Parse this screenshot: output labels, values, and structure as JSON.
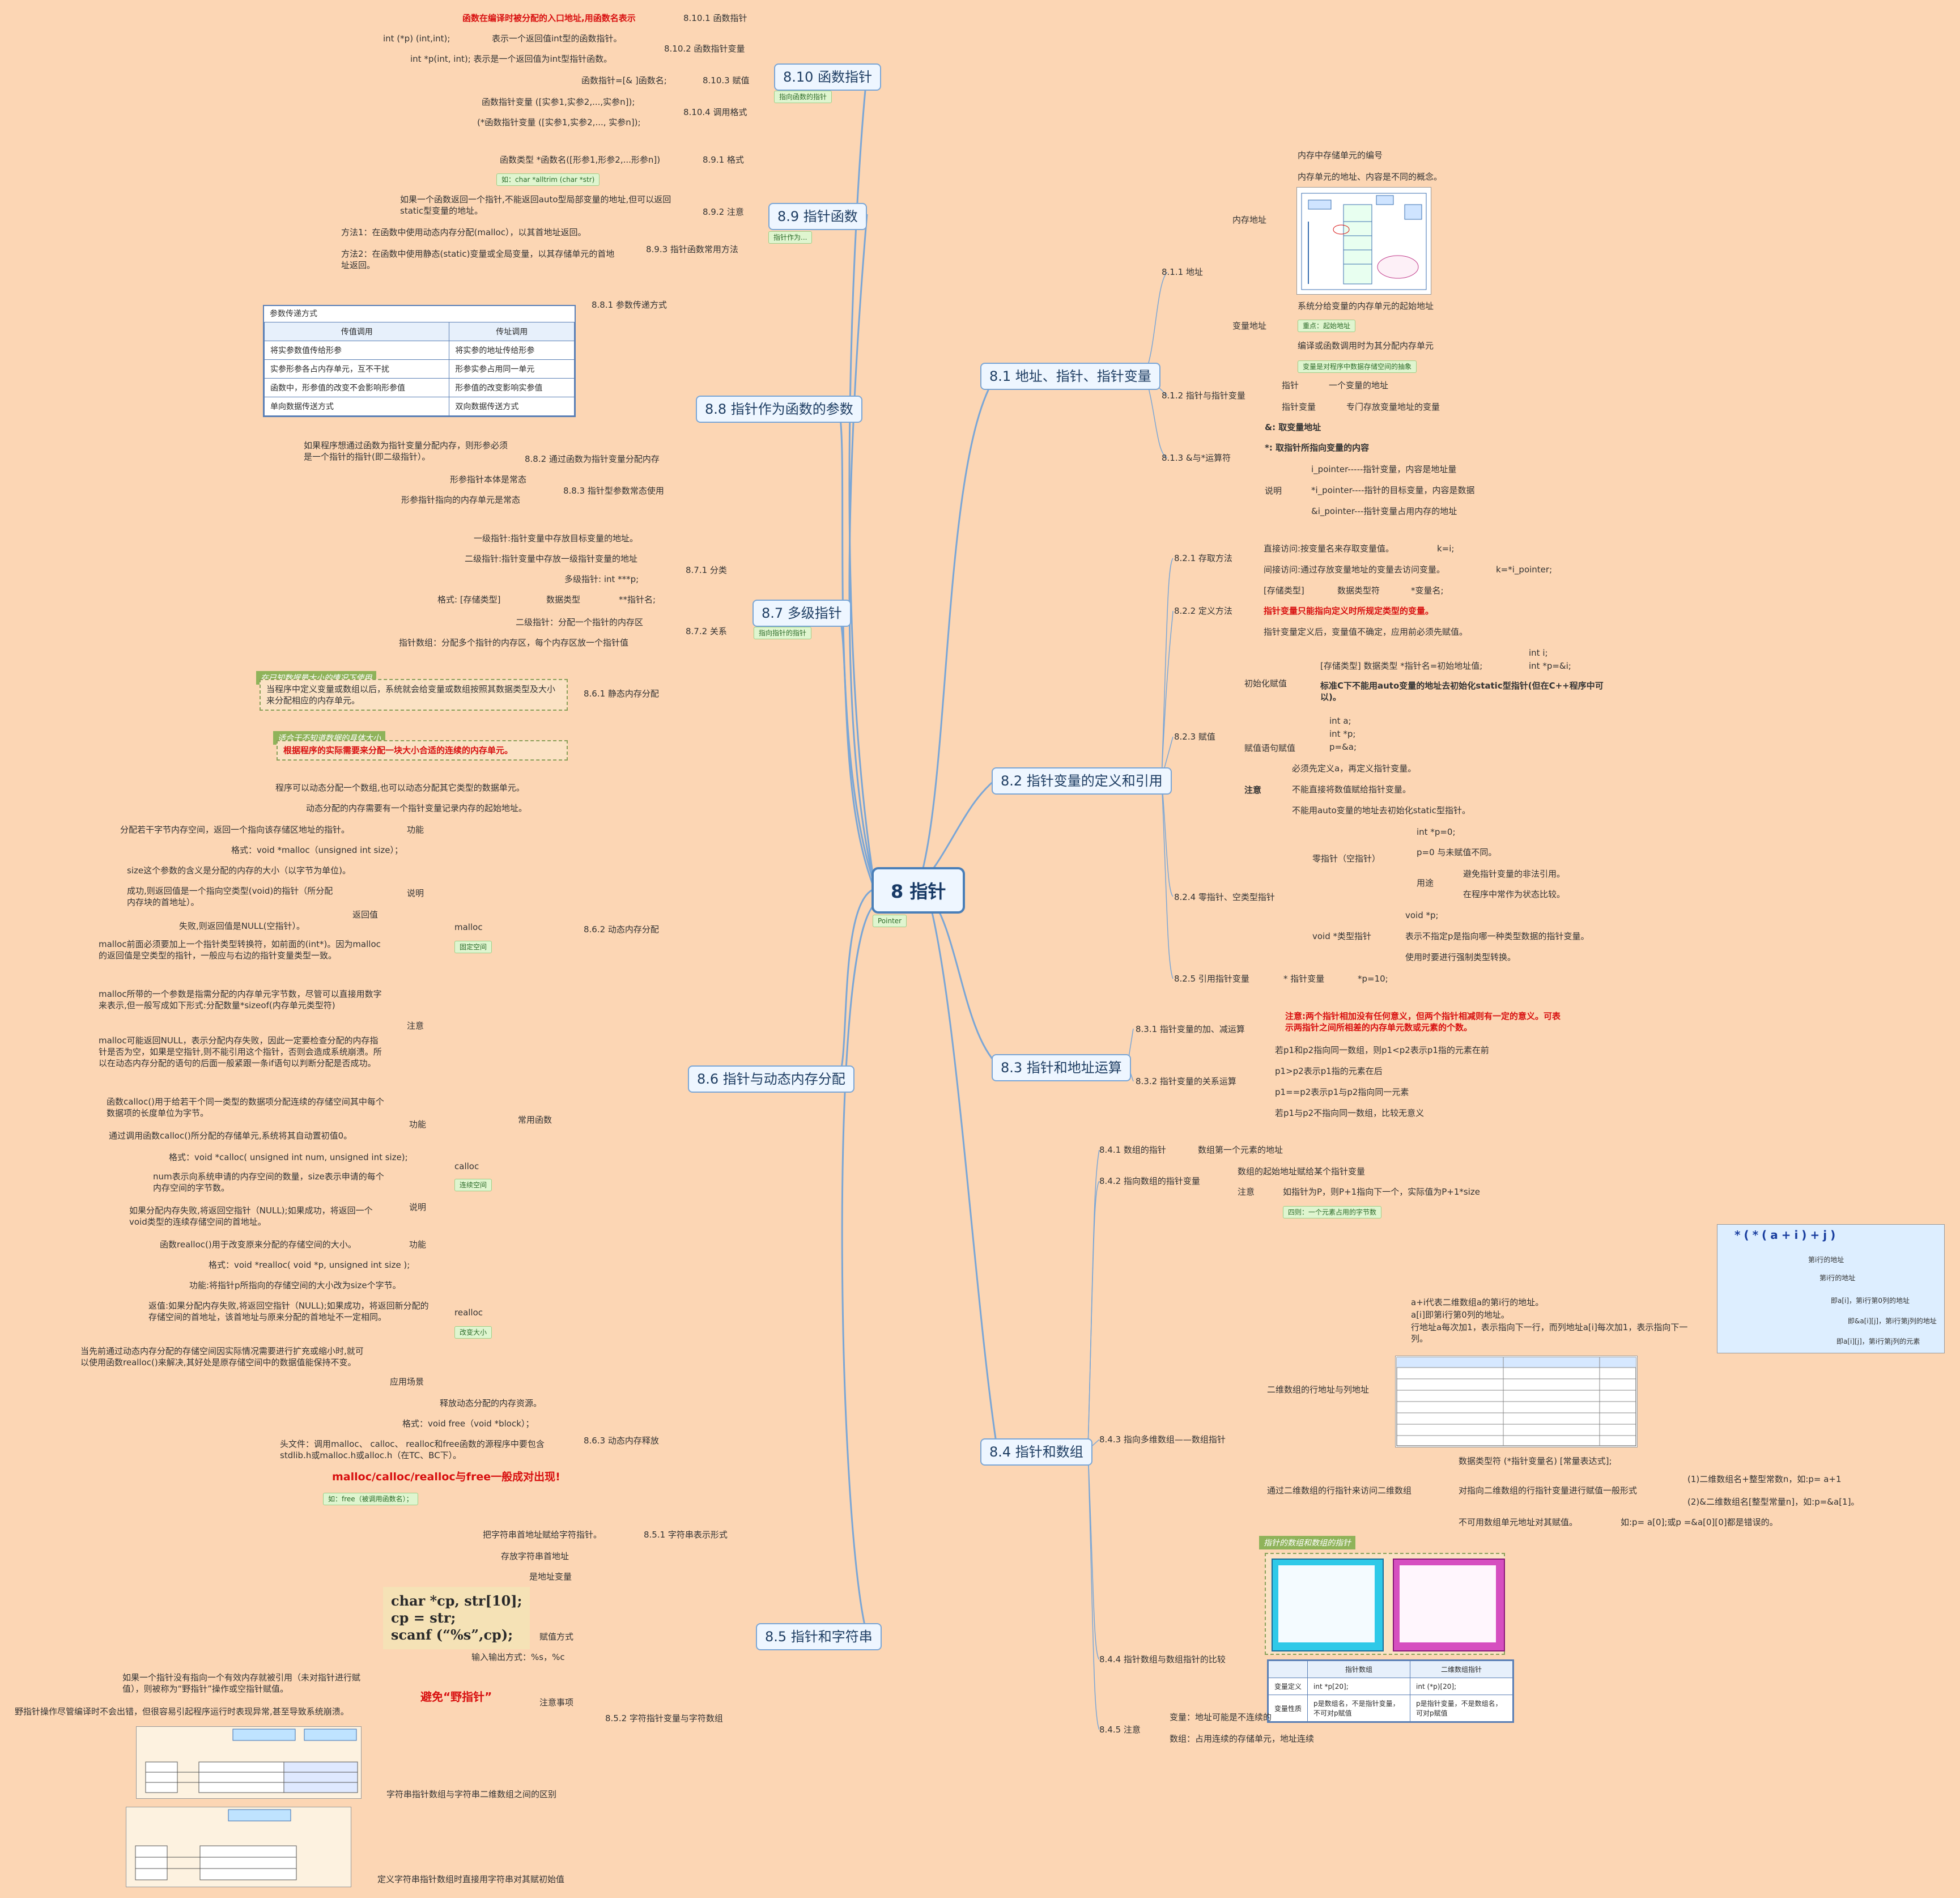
{
  "center": {
    "title": "8 指针",
    "tag": "Pointer"
  },
  "b81": {
    "title": "8.1 地址、指针、指针变量",
    "s811": "8.1.1 地址",
    "mem_addr": "内存地址",
    "mem_addr_1": "内存中存储单元的编号",
    "mem_addr_2": "内存单元的地址、内容是不同的概念。",
    "var_addr": "变量地址",
    "var_addr_1": "系统分给变量的内存单元的起始地址",
    "var_addr_tag": "重点：起始地址",
    "var_addr_2": "编译或函数调用时为其分配内存单元",
    "var_addr_tag2": "变量是对程序中数据存储空间的抽象",
    "s812": "8.1.2 指针与指针变量",
    "p1": "指针",
    "p1v": "一个变量的地址",
    "p2": "指针变量",
    "p2v": "专门存放变量地址的变量",
    "s813": "8.1.3 &与*运算符",
    "amp": "&:  取变量地址",
    "star": "*:  取指针所指向变量的内容",
    "expl": "说明",
    "e1": "i_pointer-----指针变量，内容是地址量",
    "e2": "*i_pointer----指针的目标变量，内容是数据",
    "e3": "&i_pointer---指针变量占用内存的地址"
  },
  "b82": {
    "title": "8.2 指针变量的定义和引用",
    "s821": "8.2.1 存取方法",
    "d1": "直接访问:按变量名来存取变量值。",
    "d1v": "k=i;",
    "d2": "间接访问:通过存放变量地址的变量去访问变量。",
    "d2v": "k=*i_pointer;",
    "s822": "8.2.2 定义方法",
    "f1a": "[存储类型]",
    "f1b": "数据类型符",
    "f1c": "*变量名;",
    "f2": "指针变量只能指向定义时所规定类型的变量。",
    "f3": "指针变量定义后，变量值不确定，应用前必须先赋值。",
    "s823": "8.2.3 赋值",
    "init": "初始化赋值",
    "init1": "[存储类型] 数据类型 *指针名=初始地址值;",
    "init1a": "int i;",
    "init1b": "int *p=&i;",
    "init2": "标准C下不能用auto变量的地址去初始化static型指针(但在C++程序中可以)。",
    "asg": "赋值语句赋值",
    "asg1": "int a;",
    "asg2": "int *p;",
    "asg3": "p=&a;",
    "attn": "注意",
    "n1": "必须先定义a，再定义指针变量。",
    "n2": "不能直接将数值赋给指针变量。",
    "n3": "不能用auto变量的地址去初始化static型指针。",
    "s824": "8.2.4 零指针、空类型指针",
    "zp": "零指针（空指针）",
    "zp1": "int *p=0;",
    "zp2": "p=0 与未赋值不同。",
    "use": "用途",
    "zp3": "避免指针变量的非法引用。",
    "zp4": "在程序中常作为状态比较。",
    "vp": "void *类型指针",
    "vp1": "void *p;",
    "vp2": "表示不指定p是指向哪一种类型数据的指针变量。",
    "vp3": "使用时要进行强制类型转换。",
    "s825": "8.2.5 引用指针变量",
    "r1": "* 指针变量",
    "r2": "*p=10;"
  },
  "b83": {
    "title": "8.3 指针和地址运算",
    "s831": "8.3.1 指针变量的加、减运算",
    "a1": "注意:两个指针相加没有任何意义，但两个指针相减则有一定的意义。可表示两指针之间所相差的内存单元数或元素的个数。",
    "s832": "8.3.2 指针变量的关系运算",
    "c1": "若p1和p2指向同一数组，则p1<p2表示p1指的元素在前",
    "c2": "p1>p2表示p1指的元素在后",
    "c3": "p1==p2表示p1与p2指向同一元素",
    "c4": "若p1与p2不指向同一数组，比较无意义"
  },
  "b84": {
    "title": "8.4 指针和数组",
    "s841": "8.4.1 数组的指针",
    "s841v": "数组第一个元素的地址",
    "s842": "8.4.2 指向数组的指针变量",
    "s842a": "数组的起始地址赋给某个指针变量",
    "s842n": "注意",
    "s842b": "如指针为P，则P+1指向下一个，实际值为P+1*size",
    "s842tag": "四则：一个元素占用的字节数",
    "s843": "8.4.3 指向多维数组——数组指针",
    "row": "二维数组的行地址与列地址",
    "row1": "a+i代表二维数组a的第i行的地址。",
    "row2": "a[i]即第i行第0列的地址。",
    "row3": "行地址a每次加1，表示指向下一行，而列地址a[i]每次加1，表示指向下一列。",
    "viaptr": "通过二维数组的行指针来访问二维数组",
    "vp1": "数据类型符 (*指针变量名)  [常量表达式];",
    "vp2": "对指向二维数组的行指针变量进行赋值一般形式",
    "vp2a": "(1)二维数组名+整型常数n，如:p= a+1",
    "vp2b": "(2)&二维数组名[整型常量n]，如:p=&a[1]。",
    "vp3": "不可用数组单元地址对其赋值。",
    "vp3v": "如:p= a[0];或p =&a[0][0]都是错误的。",
    "s844": "8.4.4 指针数组与数组指针的比较",
    "cmp_title": "指针的数组和数组的指针",
    "cmp_h1": "指针数组",
    "cmp_h2": "二维数组指针",
    "cmp_r1a": "变量定义",
    "cmp_r1b": "int  *p[20];",
    "cmp_r1c": "int  (*p)[20];",
    "cmp_r2a": "变量性质",
    "cmp_r2b": "p是数组名，不是指针变量，不可对p赋值",
    "cmp_r2c": "p是指针变量，不是数组名，可对p赋值",
    "s845": "8.4.5 注意",
    "s845a": "变量：地址可能是不连续的",
    "s845b": "数组：占用连续的存储单元，地址连续",
    "fig_expr": "*(*(a+i)+j)",
    "fig_l1": "第i行的地址",
    "fig_l2": "第i行的地址",
    "fig_l3": "即a[i]，第i行第0列的地址",
    "fig_l4": "即&a[i][j]，第i行第j列的地址",
    "fig_l5": "即a[i][j]，第i行第j列的元素"
  },
  "b85": {
    "title": "8.5 指针和字符串",
    "s851": "8.5.1 字符串表示形式",
    "s851a": "把字符串首地址赋给字符指针。",
    "s852": "8.5.2 字符指针变量与字符数组",
    "s852a": "存放字符串首地址",
    "s852b": "是地址变量",
    "s852c": "赋值方式",
    "code1": "char   *cp, str[10];",
    "code2": "cp = str;",
    "code3": "scanf (“%s”,cp);",
    "s852d": "输入输出方式：%s，%c",
    "s852e": "注意事项",
    "wild": "避免“野指针”",
    "wild1": "如果一个指针没有指向一个有效内存就被引用（未对指针进行赋值），则被称为“野指针”操作或空指针赋值。",
    "wild2": "野指针操作尽管编译时不会出错，但很容易引起程序运行时表现异常,甚至导致系统崩溃。",
    "s852f": "字符串指针数组与字符串二维数组之间的区别",
    "s852g": "定义字符串指针数组时直接用字符串对其赋初始值"
  },
  "b86": {
    "title": "8.6 指针与动态内存分配",
    "s861": "8.6.1 静态内存分配",
    "s861tag": "在已知数据量大小的情况下使用",
    "s861a": "当程序中定义变量或数组以后，系统就会给变量或数组按照其数据类型及大小来分配相应的内存单元。",
    "s862": "8.6.2 动态内存分配",
    "s862tag": "适合于不知道数据的具体大小",
    "s862a": "根据程序的实际需要来分配一块大小合适的连续的内存单元。",
    "s862b": "程序可以动态分配一个数组,也可以动态分配其它类型的数据单元。",
    "s862c": "动态分配的内存需要有一个指针变量记录内存的起始地址。",
    "common": "常用函数",
    "malloc": "malloc",
    "malloc_tag": "固定空间",
    "func": "功能",
    "desc": "说明",
    "ret": "返回值",
    "attn": "注意",
    "m1": "分配若干字节内存空间，返回一个指向该存储区地址的指针。",
    "m2": "格式：void *malloc（unsigned int size）；",
    "m3": "size这个参数的含义是分配的内存的大小（以字节为单位)。",
    "m4": "成功,则返回值是一个指向空类型(void)的指针（所分配内存块的首地址）。",
    "m5": "失败,则返回值是NULL(空指针）。",
    "m6": "malloc前面必须要加上一个指针类型转换符，如前面的(int*)。因为malloc的返回值是空类型的指针，一般应与右边的指针变量类型一致。",
    "m7": "malloc所带的一个参数是指需分配的内存单元字节数，尽管可以直接用数字来表示,但一般写成如下形式:分配数量*sizeof(内存单元类型符)",
    "m8": "malloc可能返回NULL，表示分配内存失败，因此一定要检查分配的内存指针是否为空，如果是空指针,则不能引用这个指针，否则会造成系统崩溃。所以在动态内存分配的语句的后面一般紧跟一条if语句以判断分配是否成功。",
    "calloc": "calloc",
    "calloc_tag": "连续空间",
    "c1": "函数calloc()用于给若干个同一类型的数据项分配连续的存储空间其中每个数据项的长度单位为字节。",
    "c2": "通过调用函数calloc()所分配的存储单元,系统将其自动置初值0。",
    "c3": "格式：void *calloc( unsigned int num, unsigned int size);",
    "c4": "num表示向系统申请的内存空间的数量，size表示申请的每个内存空间的字节数。",
    "c5": "如果分配内存失败,将返回空指针（NULL);如果成功，将返回一个void类型的连续存储空间的首地址。",
    "realloc": "realloc",
    "realloc_tag": "改变大小",
    "r1": "函数realloc()用于改变原来分配的存储空间的大小。",
    "r2": "格式：void *realloc( void *p, unsigned int size );",
    "r3": "功能:将指针p所指向的存储空间的大小改为size个字节。",
    "r4": "返值:如果分配内存失败,将返回空指针（NULL);如果成功，将返回新分配的存储空间的首地址，该首地址与原来分配的首地址不一定相同。",
    "scene": "应用场景",
    "r5": "当先前通过动态内存分配的存储空间因实际情况需要进行扩充或缩小时,就可以使用函数realloc()来解决,其好处是原存储空间中的数据值能保持不变。",
    "s863": "8.6.3 动态内存释放",
    "f1": "释放动态分配的内存资源。",
    "f2": "格式：void free（void *block）；",
    "f3": "头文件：调用malloc、 calloc、 realloc和free函数的源程序中要包含stdlib.h或malloc.h或alloc.h（在TC、BC下）。",
    "f4": "malloc/calloc/realloc与free一般成对出现!",
    "f5": "如：free（被调用函数名）；"
  },
  "b87": {
    "title": "8.7 多级指针",
    "tag": "指向指针的指针",
    "s871": "8.7.1 分类",
    "k1": "一级指针:指针变量中存放目标变量的地址。",
    "k2": "二级指针:指针变量中存放一级指针变量的地址",
    "k3": "多级指针:   int ***p;",
    "k4": "格式:  [存储类型]",
    "k4b": "数据类型",
    "k4c": "**指针名;",
    "s872": "8.7.2 关系",
    "k5": "二级指针：分配一个指针的内存区",
    "k6": "指针数组：分配多个指针的内存区，每个内存区放一个指针值"
  },
  "b88": {
    "title": "8.8 指针作为函数的参数",
    "s881": "8.8.1 参数传递方式",
    "tbl_title": "参数传递方式",
    "h1": "传值调用",
    "h2": "传址调用",
    "rows": [
      [
        "将实参数值传给形参",
        "将实参的地址传给形参"
      ],
      [
        "实参形参各占内存单元，互不干扰",
        "形参实参占用同一单元"
      ],
      [
        "函数中，形参值的改变不会影响形参值",
        "形参值的改变影响实参值"
      ],
      [
        "单向数据传送方式",
        "双向数据传送方式"
      ]
    ],
    "s882": "8.8.2 通过函数为指针变量分配内存",
    "s882a": "如果程序想通过函数为指针变量分配内存，则形参必须是一个指针的指针(即二级指针）。",
    "s883": "8.8.3 指针型参数常态使用",
    "s883a": "形参指针本体是常态",
    "s883b": "形参指针指向的内存单元是常态"
  },
  "b89": {
    "title": "8.9 指针函数",
    "tag": "指针作为...",
    "s891": "8.9.1 格式",
    "s891a": "函数类型  *函数名([形参1,形参2,...形参n])",
    "s891tag": "如：char *alltrim (char *str)",
    "s892": "8.9.2 注意",
    "s892a": "如果一个函数返回一个指针,不能返回auto型局部变量的地址,但可以返回static型变量的地址。",
    "s893": "8.9.3 指针函数常用方法",
    "s893a": "方法1：在函数中使用动态内存分配(malloc），以其首地址返回。",
    "s893b": "方法2：在函数中使用静态(static)变量或全局变量，以其存储单元的首地址返回。"
  },
  "b810": {
    "title": "8.10 函数指针",
    "tag": "指向函数的指针",
    "s1": "8.10.1 函数指针",
    "s1a": "函数在编译时被分配的入口地址,用函数名表示",
    "s2": "8.10.2 函数指针变量",
    "s2a": "int  (*p)  (int,int);",
    "s2b": "表示一个返回值int型的函数指针。",
    "s2c": "int  *p(int, int);  表示是一个返回值为int型指针函数。",
    "s3": "8.10.3 赋值",
    "s3a": "函数指针=[& ]函数名;",
    "s4": "8.10.4 调用格式",
    "s4a": "函数指针变量     ([实参1,实参2,...,实参n]);",
    "s4b": "(*函数指针变量    ([实参1,实参2,...,  实参n]);"
  }
}
